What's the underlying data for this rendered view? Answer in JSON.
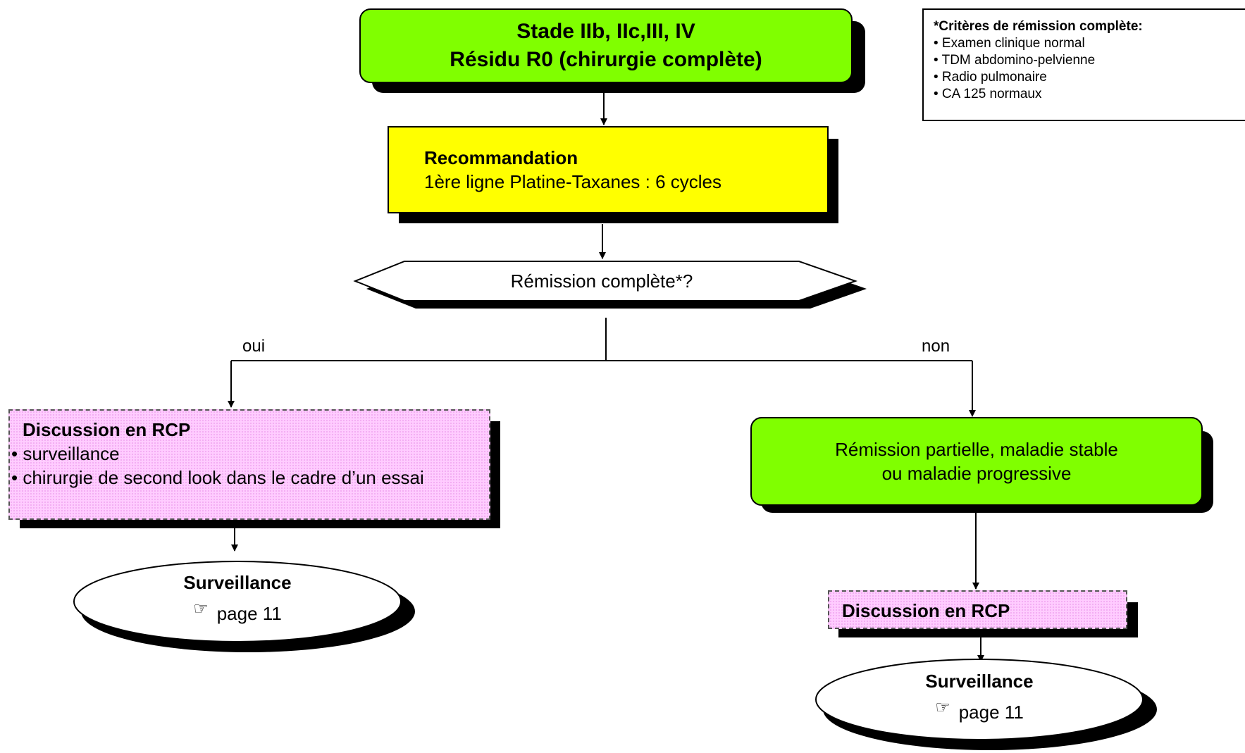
{
  "nodes": {
    "stage_box": {
      "line1": "Stade IIb, IIc,III, IV",
      "line2": "Résidu R0 (chirurgie complète)",
      "color": "#80ff00"
    },
    "recommendation_box": {
      "title": "Recommandation",
      "text": "1ère ligne Platine-Taxanes : 6 cycles",
      "color": "#ffff00"
    },
    "decision": {
      "text": "Rémission complète*?"
    },
    "branch_yes": {
      "label": "oui"
    },
    "branch_no": {
      "label": "non"
    },
    "rcp_left": {
      "title": "Discussion en RCP",
      "items": [
        "• surveillance",
        "• chirurgie de second look dans le cadre d’un essai"
      ],
      "color": "#ffccff"
    },
    "partial_box": {
      "line1": "Rémission partielle, maladie stable",
      "line2": "ou maladie progressive",
      "color": "#80ff00"
    },
    "rcp_right": {
      "title": "Discussion en RCP",
      "color": "#ffccff"
    },
    "surveillance_left": {
      "title": "Surveillance",
      "icon": "pointing-hand-icon",
      "page": "page 11"
    },
    "surveillance_right": {
      "title": "Surveillance",
      "icon": "pointing-hand-icon",
      "page": "page 11"
    }
  },
  "criteria": {
    "title": "*Critères de rémission complète:",
    "items": [
      "• Examen clinique normal",
      "• TDM abdomino-pelvienne",
      "• Radio pulmonaire",
      "• CA 125 normaux"
    ]
  }
}
